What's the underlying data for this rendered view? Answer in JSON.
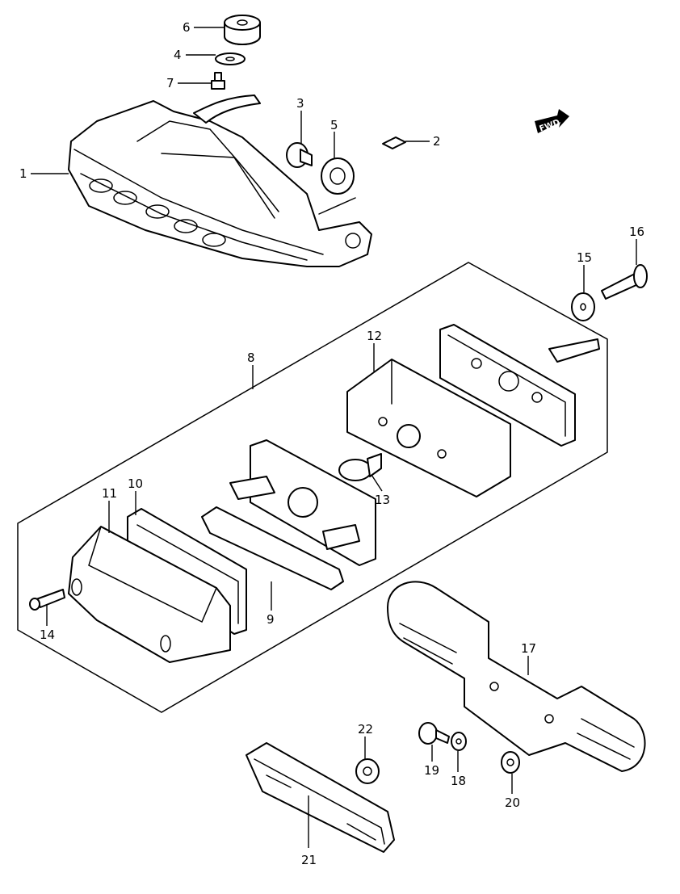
{
  "badge": {
    "label": "FWD"
  },
  "callouts": [
    "1",
    "2",
    "3",
    "4",
    "5",
    "6",
    "7",
    "8",
    "9",
    "10",
    "11",
    "12",
    "13",
    "14",
    "15",
    "16",
    "17",
    "18",
    "19",
    "20",
    "21",
    "22"
  ]
}
